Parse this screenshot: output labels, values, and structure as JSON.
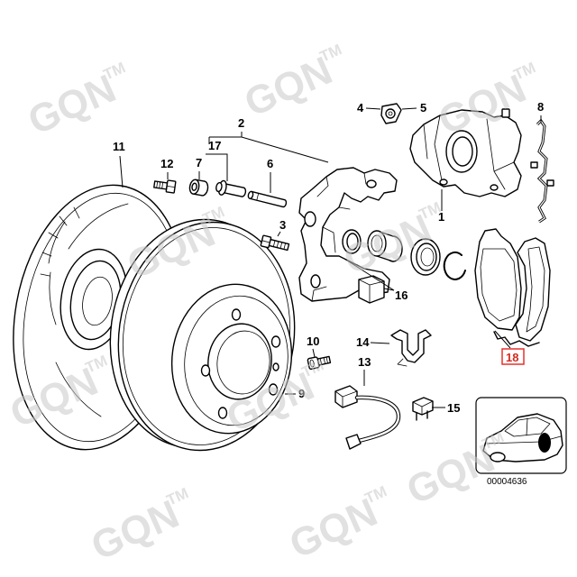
{
  "parts": {
    "1": "1",
    "2": "2",
    "3": "3",
    "4": "4",
    "5": "5",
    "6": "6",
    "7": "7",
    "8": "8",
    "9": "9",
    "10": "10",
    "11": "11",
    "12": "12",
    "13": "13",
    "14": "14",
    "15": "15",
    "16": "16",
    "17": "17",
    "18": "18"
  },
  "inset": {
    "code": "00004636"
  },
  "watermark": {
    "brand": "GQN",
    "mark": "TM"
  },
  "colors": {
    "line": "#000000",
    "highlight": "#e8312c",
    "watermark": "#c8c8c8"
  }
}
